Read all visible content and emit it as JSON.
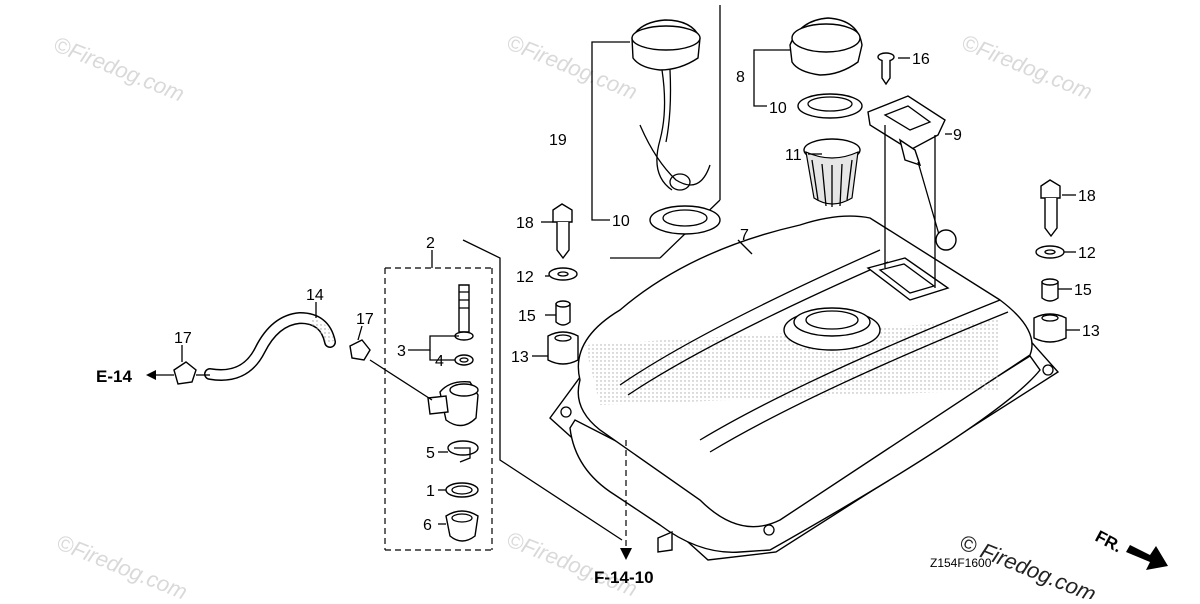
{
  "watermarks": {
    "tl": "©Firedog.com",
    "tc": "©Firedog.com",
    "tr": "©Firedog.com",
    "bl": "©Firedog.com",
    "bc": "©Firedog.com",
    "br": "© Firedog.com"
  },
  "diagram_code": "Z154F1600",
  "direction": {
    "label": "FR."
  },
  "refs": {
    "e14": "E-14",
    "f1410": "F-14-10"
  },
  "callouts": {
    "c1": "1",
    "c2": "2",
    "c3": "3",
    "c4": "4",
    "c5": "5",
    "c6": "6",
    "c7": "7",
    "c8": "8",
    "c9": "9",
    "c10a": "10",
    "c10b": "10",
    "c11": "11",
    "c12a": "12",
    "c12b": "12",
    "c13a": "13",
    "c13b": "13",
    "c14": "14",
    "c15a": "15",
    "c15b": "15",
    "c16": "16",
    "c17a": "17",
    "c17b": "17",
    "c18a": "18",
    "c18b": "18",
    "c19": "19"
  },
  "colors": {
    "line": "#000000",
    "watermark": "#d9d9d9",
    "fill": "#ffffff",
    "stipple": "#bdbdbd"
  }
}
